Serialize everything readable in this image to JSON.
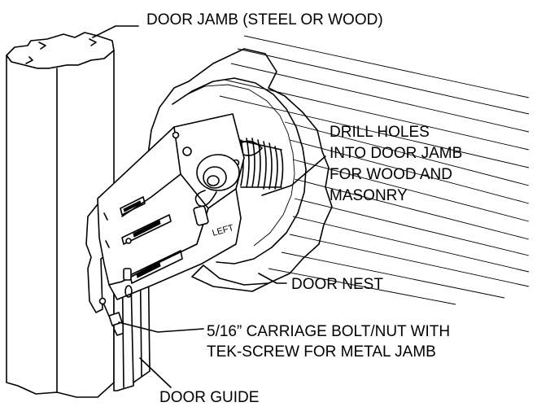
{
  "labels": {
    "door_jamb": "DOOR JAMB (STEEL OR WOOD)",
    "drill_holes": [
      "DRILL HOLES",
      "INTO DOOR JAMB",
      "FOR WOOD AND",
      "MASONRY"
    ],
    "door_nest": "DOOR NEST",
    "carriage_bolt": [
      "5/16” CARRIAGE BOLT/NUT WITH",
      "TEK-SCREW FOR METAL JAMB"
    ],
    "door_guide": "DOOR GUIDE",
    "bracket_side": "LEFT"
  }
}
